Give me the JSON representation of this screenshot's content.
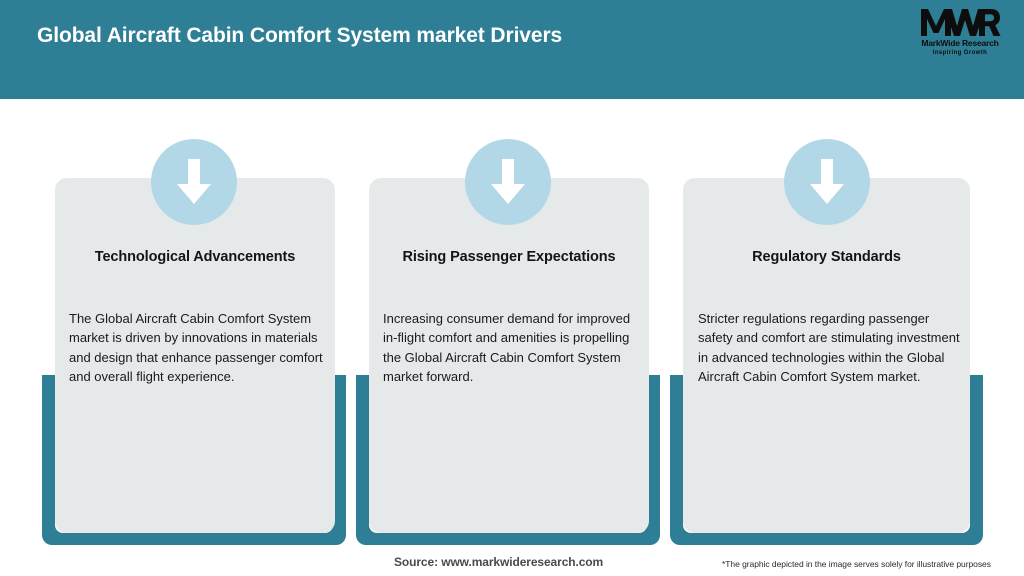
{
  "header": {
    "title": "Global Aircraft Cabin Comfort System market Drivers",
    "background_color": "#2e7f95",
    "title_color": "#ffffff"
  },
  "logo": {
    "mark_text": "MWR",
    "name": "MarkWide Research",
    "tagline": "Inspiring Growth",
    "icon": "mwr-logo-icon"
  },
  "cards": [
    {
      "icon": "down-arrow-icon",
      "title": "Technological Advancements",
      "body": "The Global Aircraft Cabin Comfort System market is driven by innovations in materials and design that enhance passenger comfort and overall flight experience."
    },
    {
      "icon": "down-arrow-icon",
      "title": "Rising Passenger Expectations",
      "body": "Increasing consumer demand for improved in-flight comfort and amenities is propelling the Global Aircraft Cabin Comfort System market forward."
    },
    {
      "icon": "down-arrow-icon",
      "title": "Regulatory Standards",
      "body": "Stricter regulations regarding passenger safety and comfort are stimulating investment in advanced technologies within the Global Aircraft Cabin Comfort System market."
    }
  ],
  "footer": {
    "source": "Source: www.markwideresearch.com",
    "disclaimer": "*The graphic depicted in the image serves solely for illustrative purposes"
  },
  "theme": {
    "accent_teal": "#2e7f95",
    "card_background": "#e6e9ea",
    "icon_circle": "#b2d8e8",
    "arrow_color": "#ffffff",
    "page_background": "#ffffff"
  }
}
